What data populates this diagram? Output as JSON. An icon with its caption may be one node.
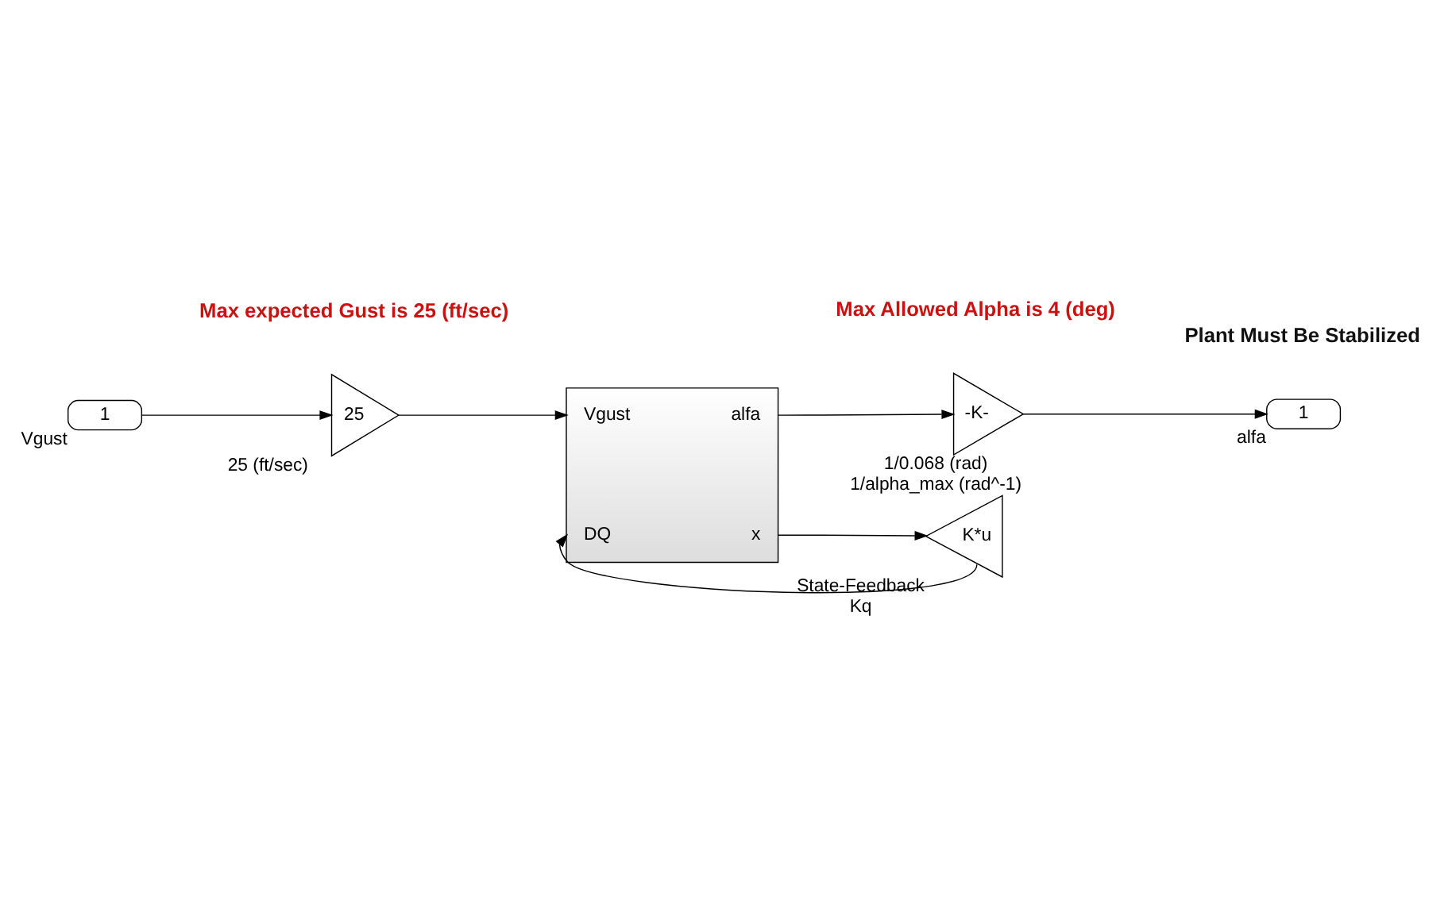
{
  "diagram": {
    "nodes": [
      {
        "text": [
          "1"
        ],
        "beside": [
          "Vgust"
        ]
      },
      {
        "text": [
          "25"
        ],
        "beside": [
          "25 (ft/sec)"
        ]
      },
      {
        "text": [
          "Vgust",
          "alfa",
          "DQ",
          "x"
        ]
      },
      {
        "text": [
          "-K-"
        ],
        "beside": [
          "1/0.068 (rad)",
          "1/alpha_max (rad^-1)"
        ]
      },
      {
        "text": [
          "1"
        ],
        "beside": [
          "alfa"
        ]
      },
      {
        "text": [
          "K*u"
        ],
        "beside": [
          "State-Feedback",
          "Kq"
        ]
      }
    ],
    "edges": [
      {
        "from": 0,
        "to": 1,
        "arrow": "to"
      },
      {
        "from": 1,
        "to": 2,
        "arrow": "to"
      },
      {
        "from": 2,
        "to": 3,
        "arrow": "to"
      },
      {
        "from": 3,
        "to": 4,
        "arrow": "to"
      },
      {
        "from": 2,
        "to": 5,
        "arrow": "to"
      },
      {
        "from": 5,
        "to": 2,
        "arrow": "to"
      }
    ],
    "labels": [
      "Max expected Gust is 25 (ft/sec)",
      "Max Allowed Alpha is 4 (deg)",
      "Plant Must Be Stabilized"
    ]
  }
}
